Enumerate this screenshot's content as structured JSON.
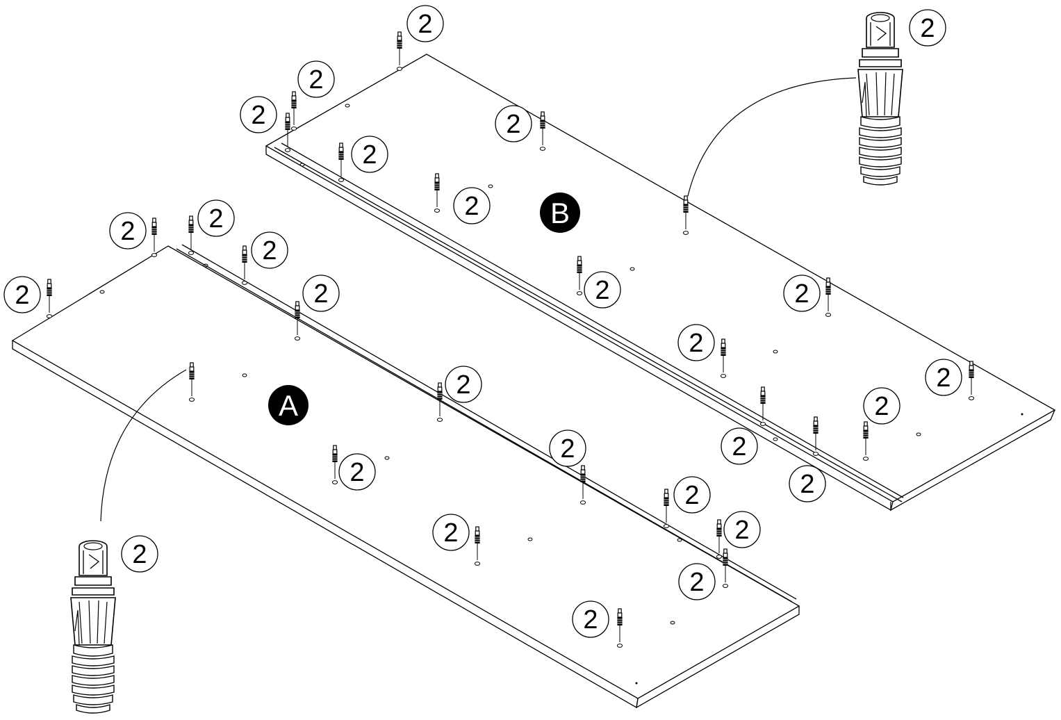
{
  "panels": [
    {
      "id": "A",
      "label": "A"
    },
    {
      "id": "B",
      "label": "B"
    }
  ],
  "callouts": {
    "dowel_quantity": "2",
    "detail_quantity": "2"
  },
  "colors": {
    "ink": "#000000",
    "paper": "#ffffff"
  },
  "icons": {
    "dowel": "cam-dowel-icon",
    "detail": "cam-dowel-detail-icon"
  }
}
